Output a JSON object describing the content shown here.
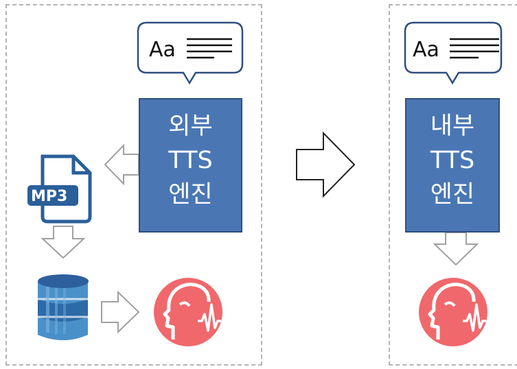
{
  "panels": {
    "external": {
      "bubble_text": "Aa",
      "engine_lines": [
        "외부",
        "TTS",
        "엔진"
      ],
      "file_label": "MP3"
    },
    "internal": {
      "bubble_text": "Aa",
      "engine_lines": [
        "내부",
        "TTS",
        "엔진"
      ]
    }
  },
  "icons": [
    "speech-bubble-icon",
    "mp3-file-icon",
    "database-icon",
    "speaking-head-icon",
    "hollow-arrow-icon"
  ],
  "colors": {
    "engine_fill": "#4a77b4",
    "engine_border": "#2d4f7f",
    "head_circle": "#f0686c",
    "mp3_blue": "#2a5f9a",
    "arrow_stroke": "#999999",
    "panel_border": "#b3b3b3"
  }
}
